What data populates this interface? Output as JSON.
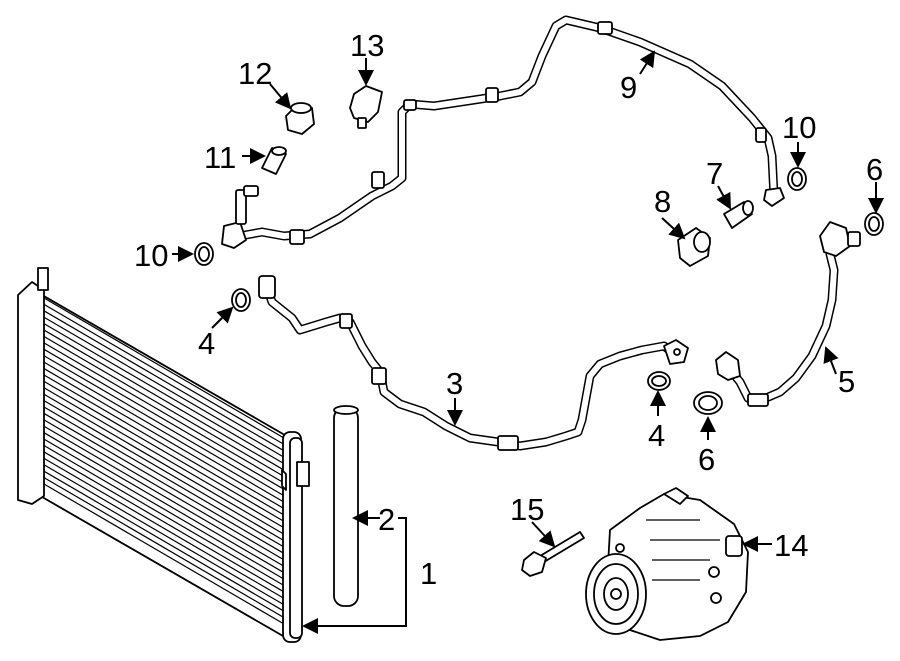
{
  "figure": {
    "callouts": [
      {
        "id": "c1",
        "text": "1"
      },
      {
        "id": "c2",
        "text": "2"
      },
      {
        "id": "c3",
        "text": "3"
      },
      {
        "id": "c4a",
        "text": "4"
      },
      {
        "id": "c4b",
        "text": "4"
      },
      {
        "id": "c5",
        "text": "5"
      },
      {
        "id": "c6a",
        "text": "6"
      },
      {
        "id": "c6b",
        "text": "6"
      },
      {
        "id": "c7",
        "text": "7"
      },
      {
        "id": "c8",
        "text": "8"
      },
      {
        "id": "c9",
        "text": "9"
      },
      {
        "id": "c10a",
        "text": "10"
      },
      {
        "id": "c10b",
        "text": "10"
      },
      {
        "id": "c11",
        "text": "11"
      },
      {
        "id": "c12",
        "text": "12"
      },
      {
        "id": "c13",
        "text": "13"
      },
      {
        "id": "c14",
        "text": "14"
      },
      {
        "id": "c15",
        "text": "15"
      }
    ]
  },
  "colors": {
    "line": "#000000",
    "background": "#ffffff"
  }
}
